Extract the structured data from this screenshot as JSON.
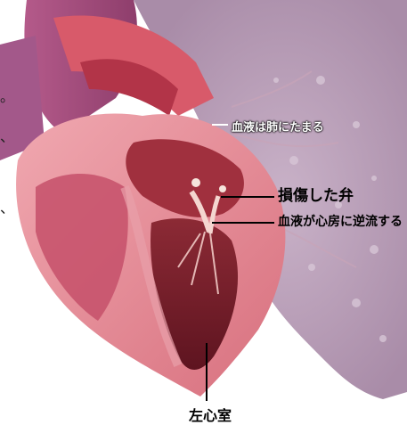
{
  "labels": {
    "lung_blood": "血液は肺にたまる",
    "damaged_valve": "損傷した弁",
    "reflux": "血液が心房に逆流する",
    "left_ventricle": "左心室"
  },
  "edge_marks": [
    "。",
    "、",
    "、"
  ],
  "colors": {
    "lung": "#b49bb6",
    "heart_muscle": "#e08a96",
    "chamber": "#7a1e2a",
    "vessel": "#a44a78"
  }
}
